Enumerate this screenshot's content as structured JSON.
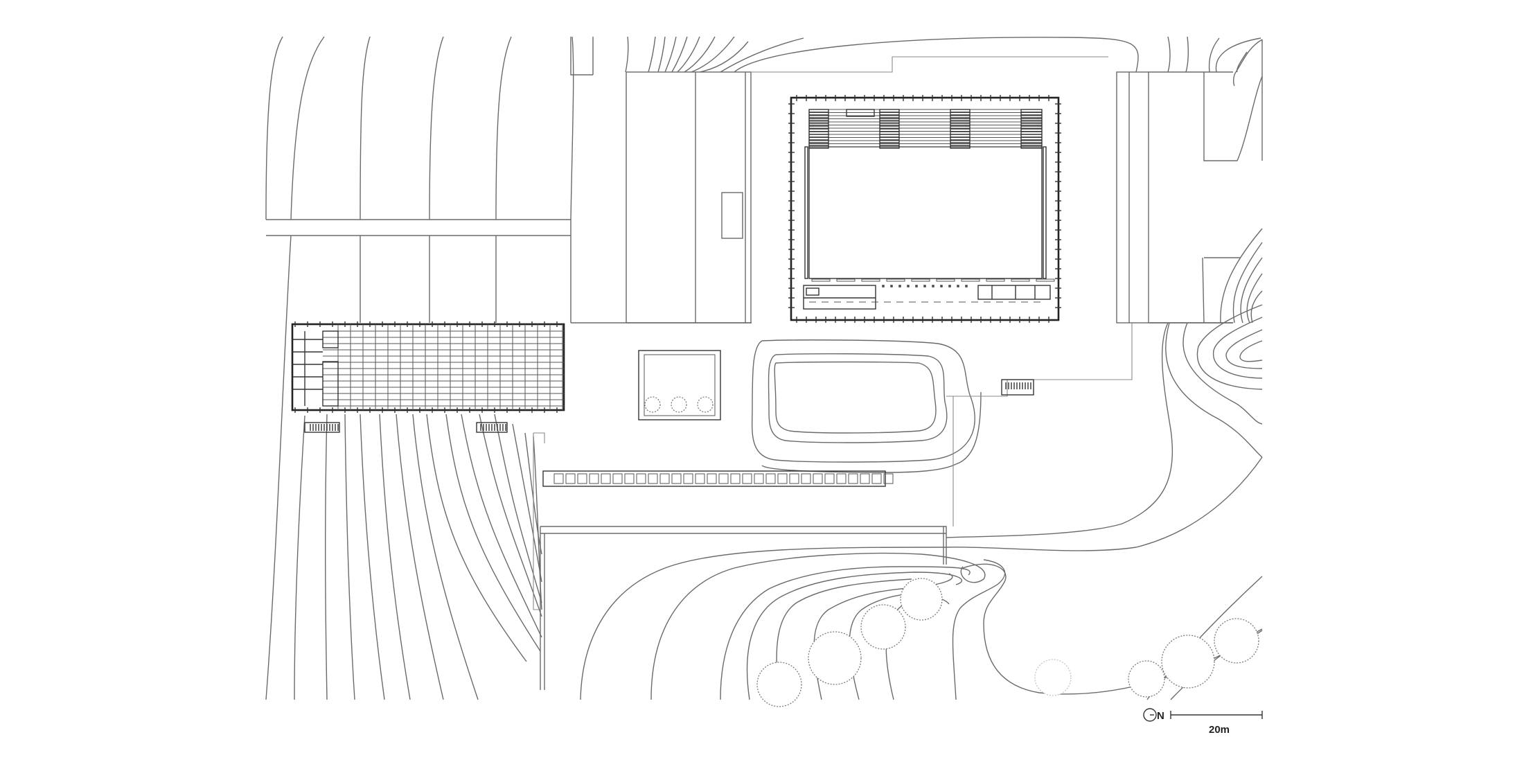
{
  "north_arrow": {
    "label": "N"
  },
  "scale_bar": {
    "label": "20m",
    "length_m": 20
  },
  "colors": {
    "line": "#6a6a6a",
    "building": "#222222",
    "background": "#ffffff"
  }
}
